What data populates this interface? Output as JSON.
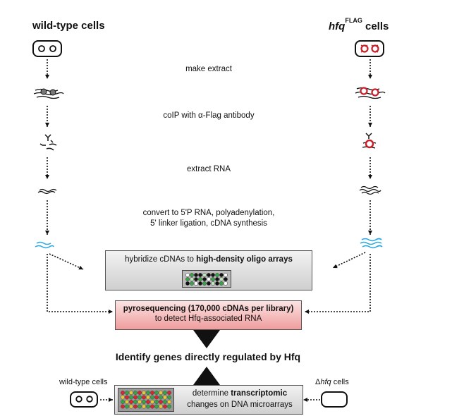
{
  "left_column": {
    "title": "wild-type cells"
  },
  "right_column": {
    "title_italic": "hfq",
    "title_sup": "FLAG",
    "title_rest": "cells"
  },
  "steps": [
    "make extract",
    "coIP with α-Flag antibody",
    "extract RNA",
    "convert to 5'P RNA, polyadenylation,",
    "5' linker ligation, cDNA synthesis"
  ],
  "hybridize_box": {
    "prefix": "hybridize cDNAs to ",
    "bold": "high-density oligo arrays"
  },
  "pyro_box": {
    "bold": "pyrosequencing (170,000 cDNAs per library)",
    "line2": "to detect Hfq-associated RNA"
  },
  "center_title": "Identify genes directly regulated by Hfq",
  "bottom_left_label": "wild-type cells",
  "bottom_right_label": {
    "prefix": "Δ",
    "italic": "hfq",
    "rest": " cells"
  },
  "microarray_box": {
    "prefix": "determine ",
    "bold": "transcriptomic",
    "line2": "changes on DNA microarrays"
  },
  "colors": {
    "pink": "#ef9d9d",
    "grey": "#cfcfcf",
    "rna_blue": "#29a8e0",
    "red_protein": "#c8202a",
    "green_spot": "#3aa34a"
  }
}
